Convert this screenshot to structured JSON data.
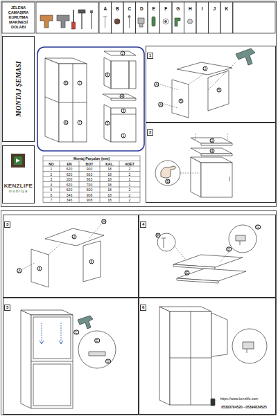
{
  "diagram": {
    "title": "JELENA ÇAMAŞIRA KURUTMA MAKİNESİ DOLABI",
    "nodes": [
      {
        "text": [
          "MONTAJ ŞEMASI"
        ]
      },
      {
        "text": [
          "KENZLIFE",
          "mobilya"
        ]
      },
      {
        "text": [
          "1"
        ]
      },
      {
        "text": [
          "2"
        ]
      },
      {
        "text": [
          "3"
        ]
      },
      {
        "text": [
          "4"
        ]
      },
      {
        "text": [
          "5"
        ]
      },
      {
        "text": [
          "6"
        ]
      }
    ],
    "labels": [
      "A",
      "B",
      "C",
      "D",
      "E",
      "F",
      "G",
      "H",
      "I",
      "J",
      "K",
      "Montaj Parçaları (mm)",
      "NO",
      "EN",
      "BOY",
      "KAL.",
      "ADET",
      "1",
      "620",
      "900",
      "18",
      "2",
      "2",
      "620",
      "663",
      "18",
      "2",
      "3",
      "200",
      "663",
      "18",
      "1",
      "4",
      "620",
      "700",
      "18",
      "1",
      "5",
      "620",
      "600",
      "18",
      "2",
      "6",
      "346",
      "908",
      "18",
      "2",
      "7",
      "346",
      "908",
      "18",
      "2",
      "6",
      "7",
      "6",
      "7",
      "2",
      "5",
      "4",
      "5",
      "1",
      "3",
      "A",
      "A",
      "2",
      "5",
      "5",
      "2",
      "4",
      "B",
      "A",
      "A",
      "2",
      "5",
      "5",
      "F",
      "D",
      "G",
      "E",
      "C",
      "D",
      "G",
      "https://www.kenzlife.com",
      "05303704520 - 05394834525"
    ]
  }
}
